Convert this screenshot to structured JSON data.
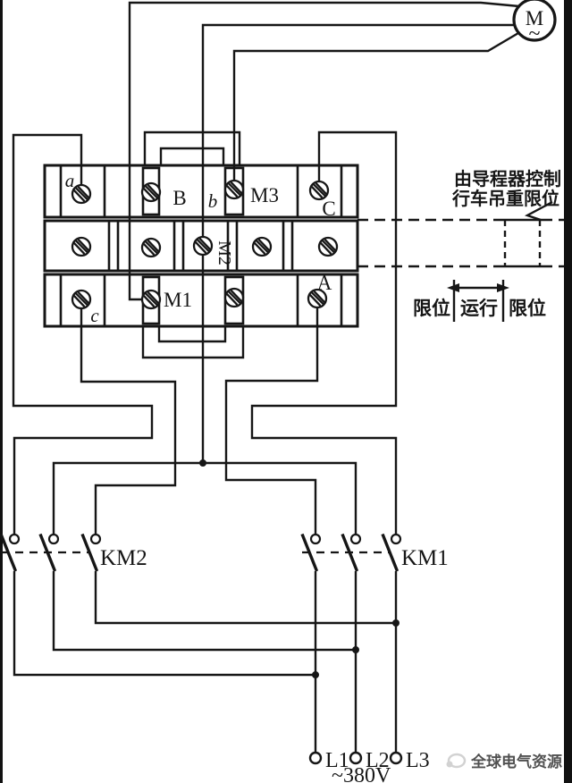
{
  "motor": {
    "label": "M",
    "ac_symbol": "~"
  },
  "terminal_block": {
    "a": "a",
    "B": "B",
    "b": "b",
    "M3": "M3",
    "C": "C",
    "M2": "M2",
    "c": "c",
    "M1": "M1",
    "A": "A"
  },
  "limiter": {
    "caption_line1": "由导程器控制",
    "caption_line2": "行车吊重限位",
    "zone_left": "限位",
    "zone_center": "运行",
    "zone_right": "限位"
  },
  "contactors": {
    "reverse": "KM2",
    "forward": "KM1"
  },
  "supply": {
    "l1": "L1",
    "l2": "L2",
    "l3": "L3",
    "voltage": "~380V"
  },
  "watermark": {
    "text": "全球电气资源"
  },
  "colors": {
    "ink": "#161616",
    "watermark": "#c4c4c4",
    "paper": "#ffffff"
  }
}
